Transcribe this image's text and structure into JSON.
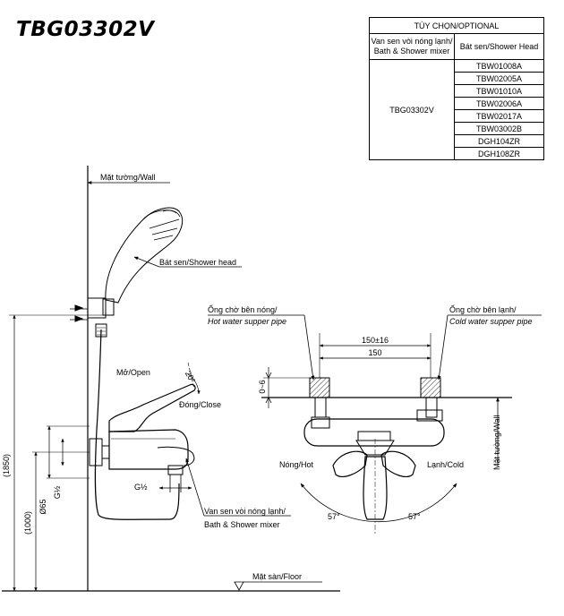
{
  "title": "TBG03302V",
  "options_table": {
    "header": "TÙY CHỌN/OPTIONAL",
    "col1_header": [
      "Van sen vòi nóng lạnh/",
      "Bath & Shower mixer"
    ],
    "col2_header": "Bát sen/Shower Head",
    "model": "TBG03302V",
    "options": [
      "TBW01008A",
      "TBW02005A",
      "TBW01010A",
      "TBW02006A",
      "TBW02017A",
      "TBW03002B",
      "DGH104ZR",
      "DGH108ZR"
    ]
  },
  "side_view": {
    "wall_label": "Mặt tường/Wall",
    "shower_head_label": "Bát sen/Shower head",
    "open_label": "Mở/Open",
    "close_label": "Đóng/Close",
    "handle_angle": "20°",
    "mixer_label": [
      "Van sen vòi nóng lạnh/",
      "Bath & Shower mixer"
    ],
    "floor_label": "Mặt sàn/Floor",
    "dim_total_height": "(1850)",
    "dim_mixer_height": "(1000)",
    "dim_outlet": "Ø65",
    "dim_thread_vertical": "G½",
    "dim_thread_horizontal": "G½"
  },
  "top_view": {
    "hot_pipe_label": [
      "Ống chờ bên nóng/",
      "Hot water supper pipe"
    ],
    "cold_pipe_label": [
      "Ống chờ bên lạnh/",
      "Cold water supper pipe"
    ],
    "dim_center_tolerance": "150±16",
    "dim_center": "150",
    "dim_offset": "0~6",
    "hot_label": "Nóng/Hot",
    "cold_label": "Lạnh/Cold",
    "wall_label": "Mặt tường/Wall",
    "angle_left": "57°",
    "angle_right": "57°"
  }
}
